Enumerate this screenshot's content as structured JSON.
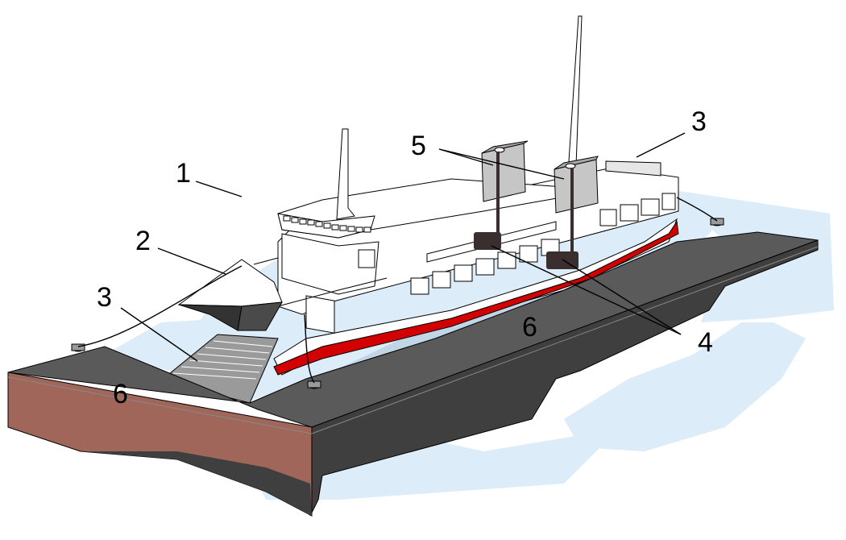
{
  "colors": {
    "water": "#dcecf9",
    "water_shadow": "#a9c3d6",
    "dock_deck": "#5a5a5a",
    "dock_side": "#3f3f3f",
    "earth": "#a0665a",
    "ship_white": "#ffffff",
    "hull_red": "#d20000",
    "funnel": "#c6c6c6",
    "fender": "#3a2e2e"
  },
  "labels": {
    "ship": "1",
    "ramp_cover": "2",
    "loading_ramp_left": "3",
    "loading_ramp_right": "3",
    "fenders": "4",
    "funnels": "5",
    "dock_left": "6",
    "dock_right": "6"
  }
}
